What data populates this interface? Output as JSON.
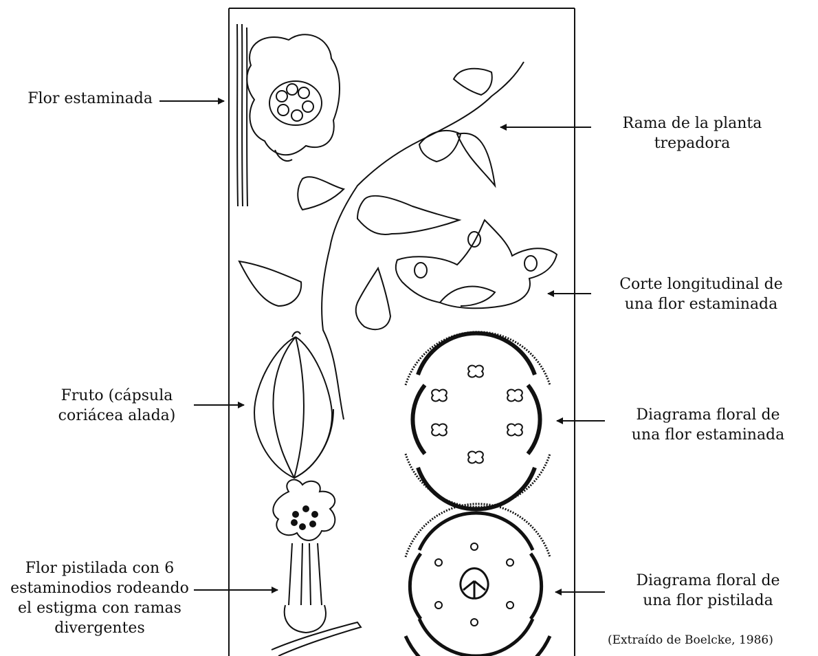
{
  "labels": {
    "flor_estaminada": "Flor estaminada",
    "rama": "Rama de la planta\ntrepadora",
    "corte": "Corte longitudinal de\nuna flor estaminada",
    "fruto": "Fruto (cápsula\ncoriácea alada)",
    "diagrama_estaminada": "Diagrama floral de\nuna flor estaminada",
    "flor_pistilada": "Flor pistilada con 6\nestaminodios rodeando\nel estigma con ramas\ndivergentes",
    "diagrama_pistilada": "Diagrama floral de\nuna flor pistilada"
  },
  "credit": "(Extraído de Boelcke, 1986)",
  "colors": {
    "ink": "#111111",
    "background": "#ffffff"
  }
}
